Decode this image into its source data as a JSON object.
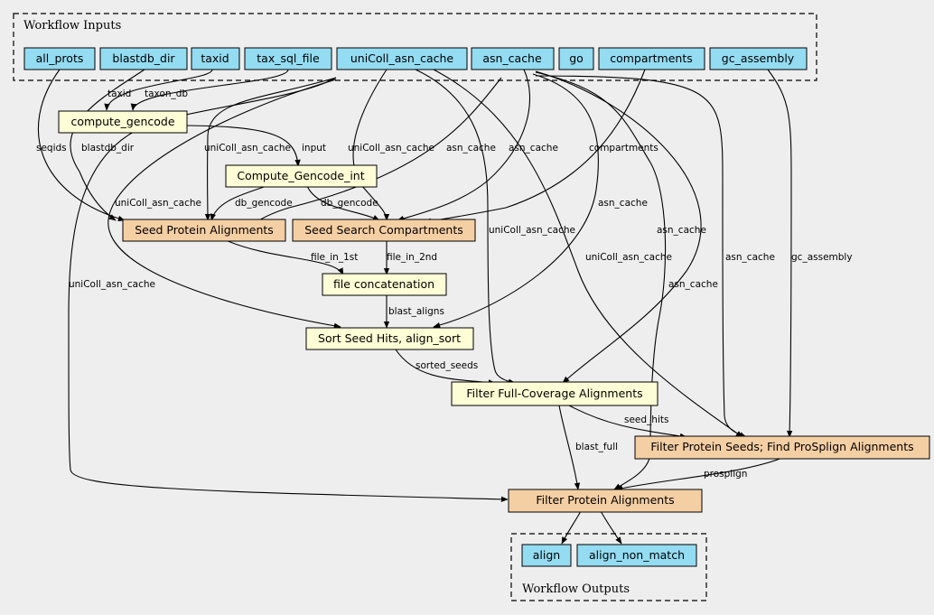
{
  "colors": {
    "background": "#eeeeee",
    "input_fill": "#94dcf2",
    "step_fill": "#fdfdd6",
    "subworkflow_fill": "#f5cfa4",
    "output_fill": "#94dcf2"
  },
  "clusters": {
    "inputs_title": "Workflow Inputs",
    "outputs_title": "Workflow Outputs"
  },
  "nodes": {
    "all_prots": "all_prots",
    "blastdb_dir": "blastdb_dir",
    "taxid": "taxid",
    "tax_sql_file": "tax_sql_file",
    "unicoll_asn_cache": "uniColl_asn_cache",
    "asn_cache": "asn_cache",
    "go": "go",
    "compartments": "compartments",
    "gc_assembly": "gc_assembly",
    "compute_gencode": "compute_gencode",
    "compute_gencode_int": "Compute_Gencode_int",
    "seed_protein_alignments": "Seed Protein Alignments",
    "seed_search_compartments": "Seed Search Compartments",
    "file_concatenation": "file concatenation",
    "sort_seed_hits": "Sort Seed Hits, align_sort",
    "filter_full_coverage": "Filter Full-Coverage Alignments",
    "filter_protein_seeds": "Filter Protein Seeds; Find ProSplign Alignments",
    "filter_protein_alignments": "Filter Protein Alignments",
    "align": "align",
    "align_non_match": "align_non_match"
  },
  "edge_labels": {
    "taxid": "taxid",
    "taxon_db": "taxon_db",
    "seqids": "seqids",
    "blastdb_dir": "blastdb_dir",
    "unicoll_to_seed_protein": "uniColl_asn_cache",
    "input": "input",
    "unicoll_to_seed_search": "uniColl_asn_cache",
    "asn_to_seed_protein": "asn_cache",
    "asn_to_seed_search": "asn_cache",
    "compartments": "compartments",
    "unicoll_to_sort": "uniColl_asn_cache",
    "db_gencode_1": "db_gencode",
    "db_gencode_2": "db_gencode",
    "asn_to_sort": "asn_cache",
    "unicoll_to_full_coverage": "uniColl_asn_cache",
    "asn_to_full_coverage": "asn_cache",
    "file_in_1st": "file_in_1st",
    "file_in_2nd": "file_in_2nd",
    "unicoll_to_filter_seeds": "uniColl_asn_cache",
    "asn_to_filter_seeds": "asn_cache",
    "gc_assembly": "gc_assembly",
    "unicoll_to_filter_alignments": "uniColl_asn_cache",
    "asn_to_filter_alignments": "asn_cache",
    "blast_aligns": "blast_aligns",
    "sorted_seeds": "sorted_seeds",
    "seed_hits": "seed_hits",
    "blast_full": "blast_full",
    "prosplign": "prosplign"
  }
}
